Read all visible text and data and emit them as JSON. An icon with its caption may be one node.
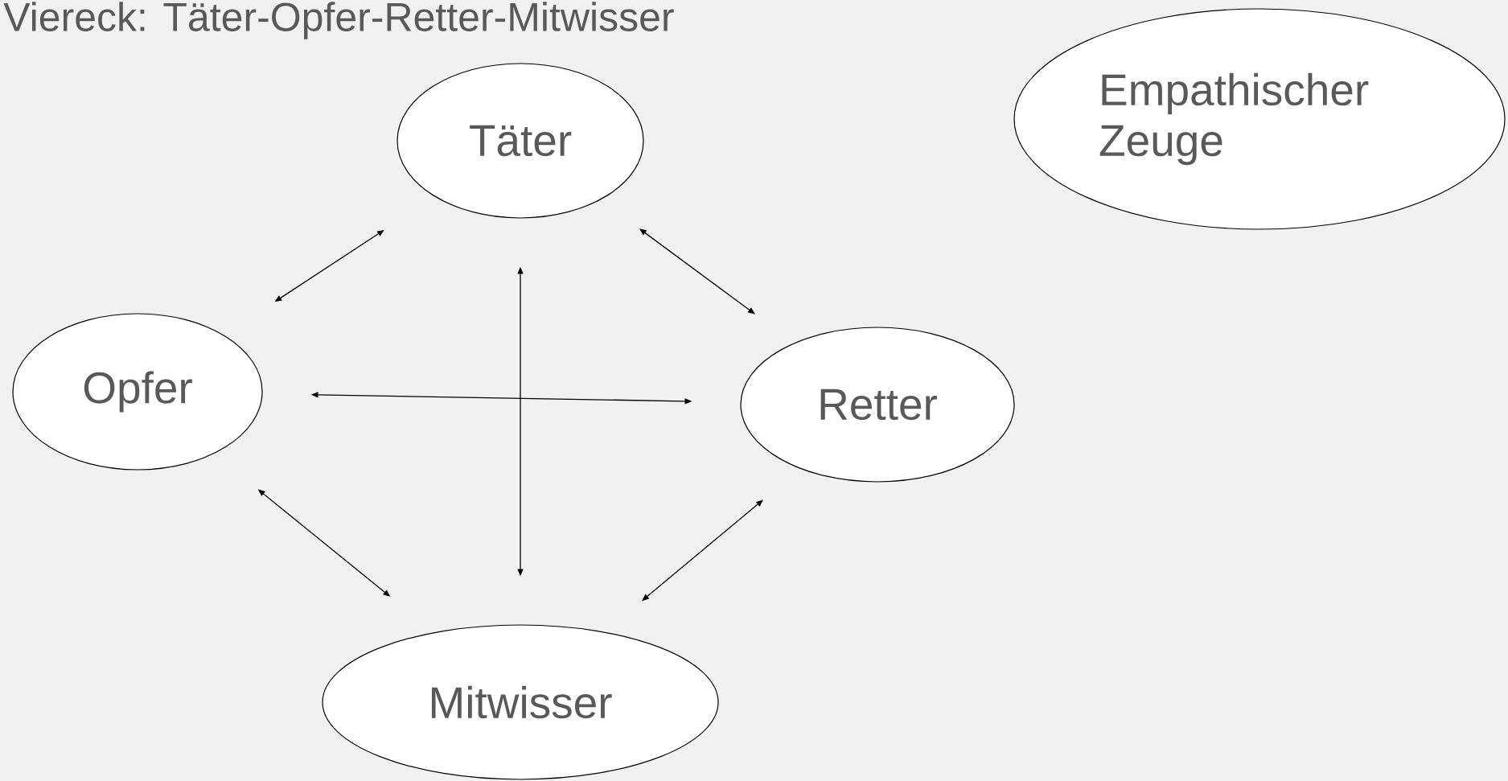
{
  "diagram": {
    "title": "Viereck: Täter-Opfer-Retter-Mitwisser",
    "nodes": [
      {
        "text": [
          "Täter"
        ]
      },
      {
        "text": [
          "Empathischer Zeuge"
        ]
      },
      {
        "text": [
          "Opfer"
        ]
      },
      {
        "text": [
          "Retter"
        ]
      },
      {
        "text": [
          "Mitwisser"
        ]
      }
    ],
    "edges": [
      {
        "from": 0,
        "to": 2,
        "arrow": "both"
      },
      {
        "from": 0,
        "to": 3,
        "arrow": "both"
      },
      {
        "from": 2,
        "to": 3,
        "arrow": "both"
      },
      {
        "from": 0,
        "to": 4,
        "arrow": "both"
      },
      {
        "from": 2,
        "to": 4,
        "arrow": "both"
      },
      {
        "from": 3,
        "to": 4,
        "arrow": "both"
      }
    ]
  }
}
